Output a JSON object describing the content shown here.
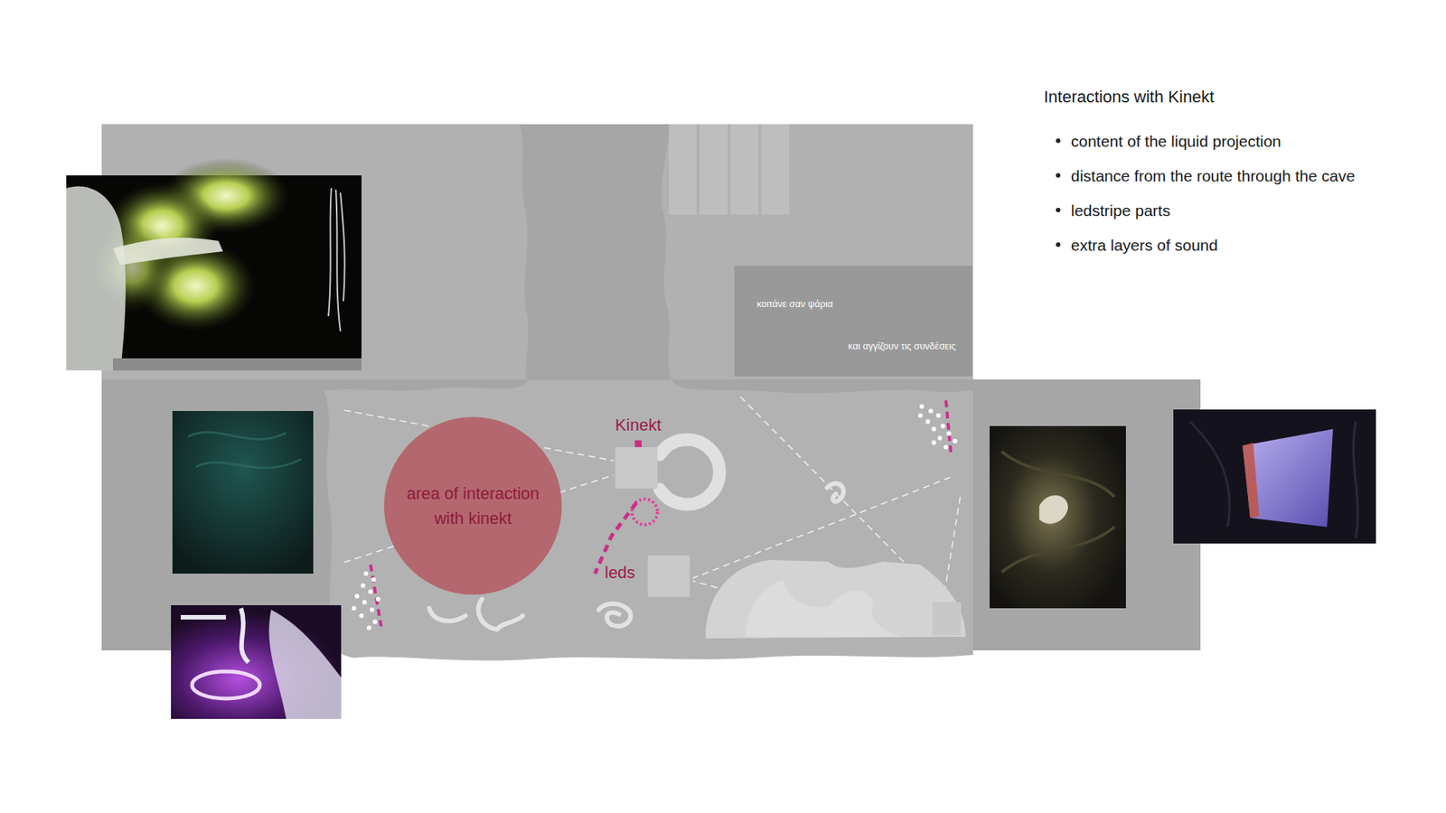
{
  "diagram": {
    "title": "Interactions with Kinekt",
    "nodes": [
      {
        "text": [
          "κοιτάνε σαν ψάρια",
          "και αγγίζουν τις συνδέσεις"
        ]
      },
      {
        "text": [
          "Kinekt"
        ]
      },
      {
        "text": [
          "area of interaction with kinekt"
        ]
      }
    ],
    "labels": [
      "content of the liquid projection",
      "distance from the route through the cave",
      "ledstripe parts",
      "extra layers of sound",
      "leds"
    ]
  }
}
